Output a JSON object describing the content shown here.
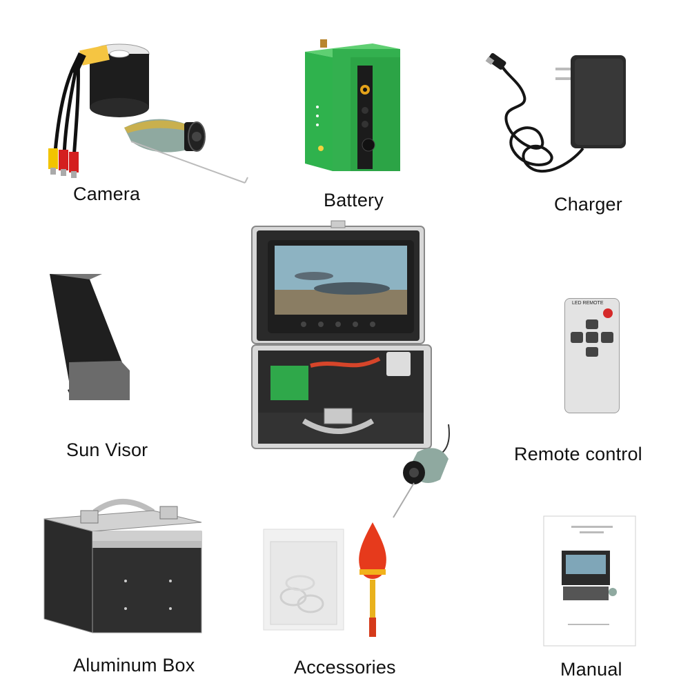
{
  "labels": {
    "camera": "Camera",
    "battery": "Battery",
    "charger": "Charger",
    "sun_visor": "Sun Visor",
    "remote_control": "Remote control",
    "aluminum_box": "Aluminum Box",
    "accessories": "Accessories",
    "manual": "Manual"
  },
  "remote_text": "LED REMOTE",
  "icons": [
    "camera-icon",
    "battery-box-icon",
    "charger-adapter-icon",
    "sun-visor-icon",
    "remote-control-icon",
    "aluminum-box-icon",
    "accessories-bag-icon",
    "float-icon",
    "manual-icon",
    "monitor-kit-icon"
  ]
}
